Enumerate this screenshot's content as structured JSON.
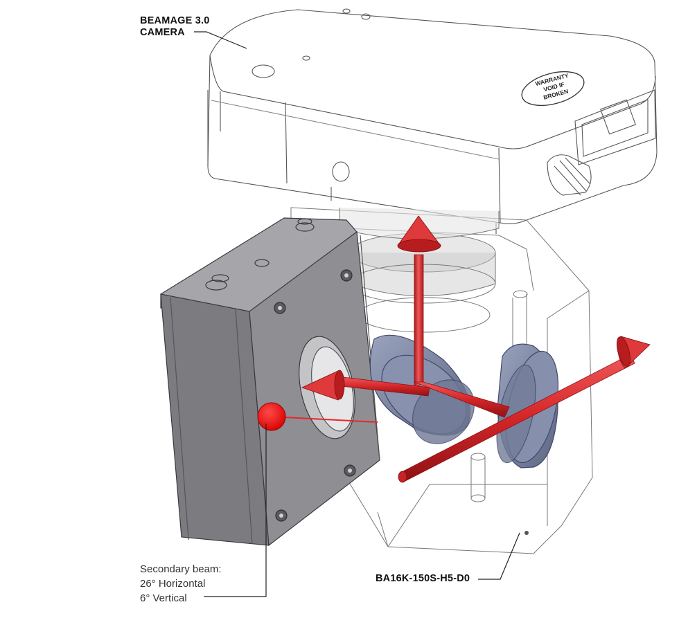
{
  "labels": {
    "camera_line1": "BEAMAGE 3.0",
    "camera_line2": "CAMERA",
    "attenuator": "BA16K-150S-H5-D0",
    "secondary_line1": "Secondary beam:",
    "secondary_line2": "26° Horizontal",
    "secondary_line3": "6° Vertical",
    "sticker_line1": "WARRANTY",
    "sticker_line2": "VOID IF",
    "sticker_line3": "BROKEN"
  },
  "colors": {
    "beam": "#e8262b",
    "beam_dark": "#9c1416",
    "housing": "#8a8a8e",
    "housing_dark": "#5e5e62",
    "optic": "#7e89a6",
    "line": "#222222"
  }
}
